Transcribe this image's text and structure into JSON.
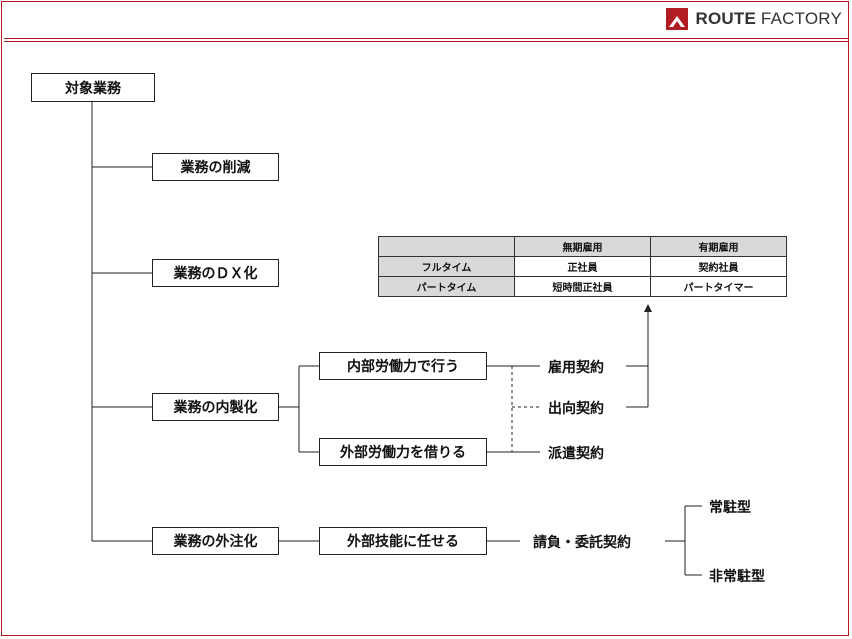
{
  "brand": {
    "name_bold": "ROUTE",
    "name_light": " FACTORY",
    "accent": "#b01e23"
  },
  "root": "対象業務",
  "branches": {
    "reduce": "業務の削減",
    "dx": "業務のＤＸ化",
    "insource": "業務の内製化",
    "outsource": "業務の外注化"
  },
  "insource_methods": {
    "internal": "内部労働力で行う",
    "external": "外部労働力を借りる"
  },
  "contracts": {
    "employment": "雇用契約",
    "secondment": "出向契約",
    "dispatch": "派遣契約"
  },
  "outsource_method": "外部技能に任せる",
  "outsource_contract": "請負・委託契約",
  "outsource_types": {
    "resident": "常駐型",
    "non_resident": "非常駐型"
  },
  "employment_table": {
    "headers": [
      "",
      "無期雇用",
      "有期雇用"
    ],
    "rows": [
      [
        "フルタイム",
        "正社員",
        "契約社員"
      ],
      [
        "パートタイム",
        "短時間正社員",
        "パートタイマー"
      ]
    ]
  }
}
